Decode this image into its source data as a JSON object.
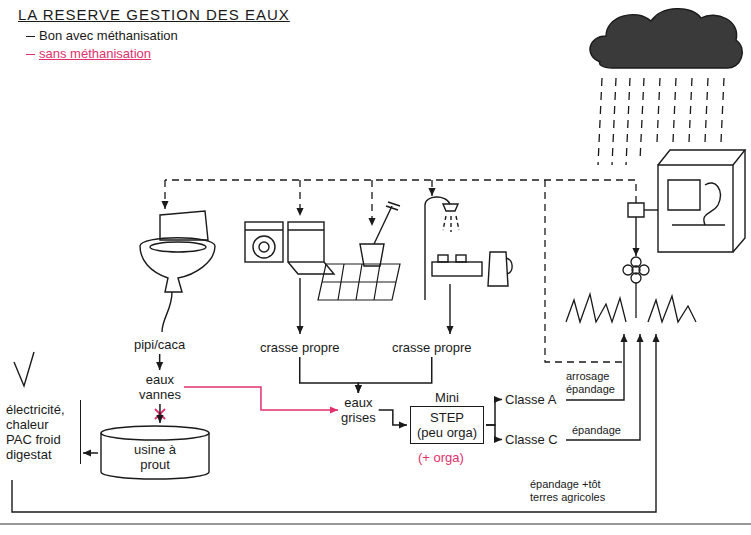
{
  "diagram": {
    "title": "LA RESERVE GESTION DES EAUX",
    "nodes": [
      {
        "text": [
          "pipi/caca"
        ]
      },
      {
        "text": [
          "eaux vannes"
        ]
      },
      {
        "text": [
          "usine à prout"
        ]
      },
      {
        "text": [
          "électricité, chaleur PAC froid digestat"
        ]
      },
      {
        "text": [
          "crasse propre"
        ]
      },
      {
        "text": [
          "crasse propre"
        ]
      },
      {
        "text": [
          "eaux grises"
        ]
      },
      {
        "text": [
          "Mini",
          "STEP (peu orga)"
        ]
      },
      {
        "text": [
          "Classe A"
        ]
      },
      {
        "text": [
          "Classe C"
        ]
      }
    ],
    "edges": [
      {
        "from": 0,
        "to": 1,
        "arrow": "to"
      },
      {
        "from": 1,
        "to": 2,
        "arrow": "to"
      },
      {
        "from": 1,
        "to": 6,
        "arrow": "to"
      },
      {
        "from": 4,
        "to": 6,
        "arrow": "to"
      },
      {
        "from": 5,
        "to": 6,
        "arrow": "to"
      },
      {
        "from": 2,
        "to": 3,
        "arrow": "to"
      },
      {
        "from": 6,
        "to": 7,
        "arrow": "to"
      },
      {
        "from": 7,
        "to": 8,
        "arrow": "to"
      },
      {
        "from": 7,
        "to": 9,
        "arrow": "to"
      }
    ],
    "labels": [
      "(+ orga)",
      "arrosage épandage",
      "épandage",
      "épandage +tôt terres agricoles"
    ],
    "legend": [
      {
        "text": "Bon avec méthanisation"
      },
      {
        "text": "sans méthanisation"
      }
    ]
  }
}
